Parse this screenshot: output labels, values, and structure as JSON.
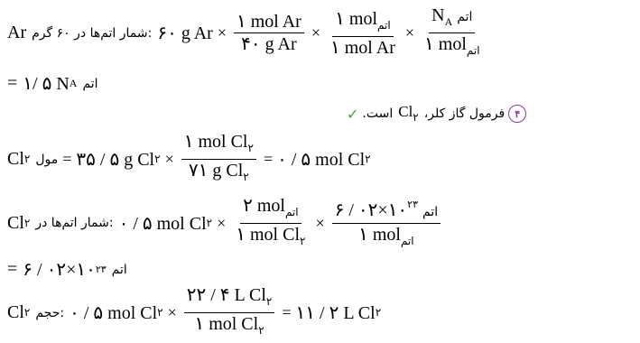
{
  "l1": {
    "lhs": "Ar",
    "label": "شمار اتم‌ها در ۶۰ گرم",
    "colon": ":",
    "q": "۶۰ g Ar",
    "f1n": "۱ mol Ar",
    "f1d": "۴۰ g Ar",
    "f2n": "۱ mol",
    "f2n_fa": "اتم",
    "f2d": "۱ mol Ar",
    "f3n": "N",
    "f3n_sub": "A",
    "f3n_fa": "اتم",
    "f3d": "۱ mol",
    "f3d_fa": "اتم",
    "times": "×"
  },
  "l2": {
    "eq": "=",
    "val": "۱/ ۵ N",
    "sub": "A",
    "fa": "اتم"
  },
  "l3": {
    "badge": "۴",
    "pre": "فرمول گاز کلر،",
    "formula": "Cl",
    "formula_sub": "۲",
    "post": "است.",
    "check": "✓"
  },
  "l4": {
    "lhs": "Cl",
    "lhs_sub": "۲",
    "label": "مول",
    "q": "۳۵ / ۵ g Cl",
    "q_sub": "۲",
    "fn": "۱ mol Cl",
    "fn_sub": "۲",
    "fd": "۷۱ g Cl",
    "fd_sub": "۲",
    "res": "۰ / ۵ mol Cl",
    "res_sub": "۲",
    "eq": "=",
    "times": "×"
  },
  "l5": {
    "lhs": "Cl",
    "lhs_sub": "۲",
    "label": "شمار اتم‌ها در",
    "q": "۰ / ۵ mol Cl",
    "q_sub": "۲",
    "f1n": "۲ mol",
    "f1n_fa": "اتم",
    "f1d": "۱ mol Cl",
    "f1d_sub": "۲",
    "f2n": "۶ / ۰۲×۱۰",
    "f2n_sup": "۲۳",
    "f2n_fa": "اتم",
    "f2d": "۱ mol",
    "f2d_fa": "اتم",
    "times": "×",
    "colon": ":"
  },
  "l6": {
    "eq": "=",
    "val": "۶ / ۰۲×۱۰",
    "sup": "۲۳",
    "fa": "اتم"
  },
  "l7": {
    "lhs": "Cl",
    "lhs_sub": "۲",
    "label": "حجم",
    "q": "۰ / ۵ mol Cl",
    "q_sub": "۲",
    "fn": "۲۲ / ۴ L Cl",
    "fn_sub": "۲",
    "fd": "۱ mol Cl",
    "fd_sub": "۲",
    "res": "۱۱ / ۲ L Cl",
    "res_sub": "۲",
    "eq": "=",
    "times": "×",
    "colon": ":"
  }
}
